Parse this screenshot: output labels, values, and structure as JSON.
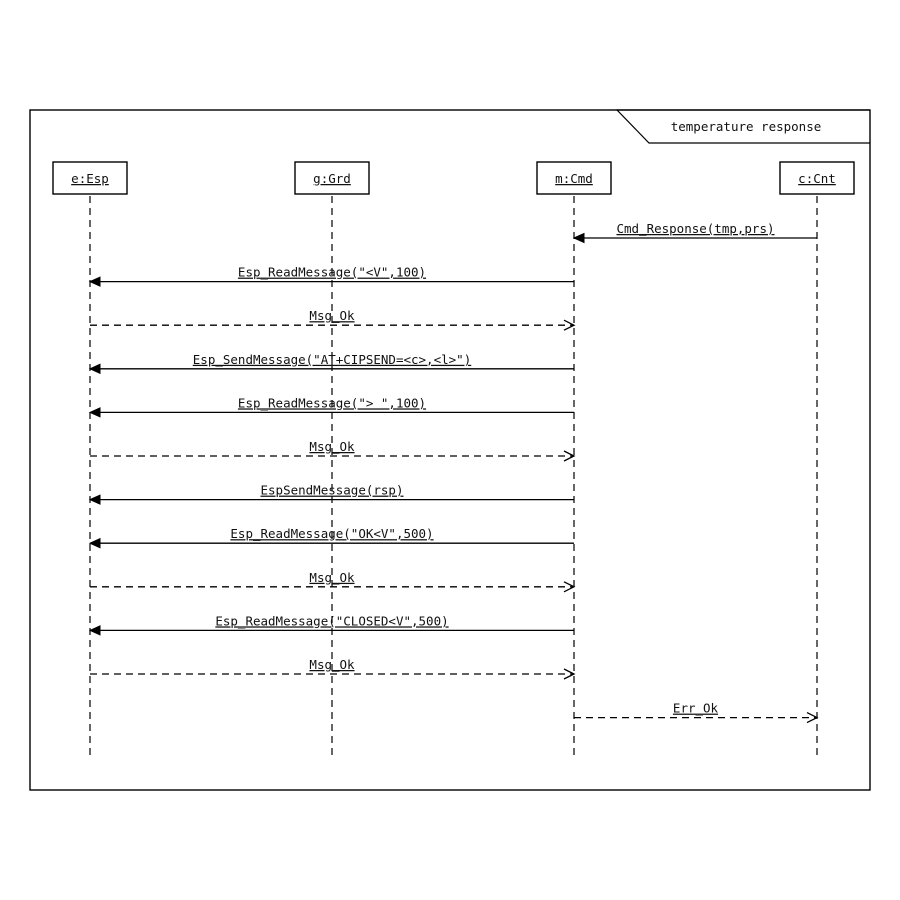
{
  "frame": {
    "title": "temperature response"
  },
  "lifelines": [
    {
      "id": "esp",
      "label": "e:Esp"
    },
    {
      "id": "grd",
      "label": "g:Grd"
    },
    {
      "id": "cmd",
      "label": "m:Cmd"
    },
    {
      "id": "cnt",
      "label": "c:Cnt"
    }
  ],
  "messages": [
    {
      "from": "cnt",
      "to": "cmd",
      "kind": "call",
      "label": "Cmd_Response(tmp,prs)"
    },
    {
      "from": "cmd",
      "to": "esp",
      "kind": "call",
      "label": "Esp_ReadMessage(\"<V\",100)"
    },
    {
      "from": "esp",
      "to": "cmd",
      "kind": "reply",
      "label": "Msg_Ok"
    },
    {
      "from": "cmd",
      "to": "esp",
      "kind": "call",
      "label": "Esp_SendMessage(\"AT+CIPSEND=<c>,<l>\")"
    },
    {
      "from": "cmd",
      "to": "esp",
      "kind": "call",
      "label": "Esp_ReadMessage(\"> \",100)"
    },
    {
      "from": "esp",
      "to": "cmd",
      "kind": "reply",
      "label": "Msg_Ok"
    },
    {
      "from": "cmd",
      "to": "esp",
      "kind": "call",
      "label": "EspSendMessage(rsp)"
    },
    {
      "from": "cmd",
      "to": "esp",
      "kind": "call",
      "label": "Esp_ReadMessage(\"OK<V\",500)"
    },
    {
      "from": "esp",
      "to": "cmd",
      "kind": "reply",
      "label": "Msg_Ok"
    },
    {
      "from": "cmd",
      "to": "esp",
      "kind": "call",
      "label": "Esp_ReadMessage(\"CLOSED<V\",500)"
    },
    {
      "from": "esp",
      "to": "cmd",
      "kind": "reply",
      "label": "Msg_Ok"
    },
    {
      "from": "cmd",
      "to": "cnt",
      "kind": "reply",
      "label": "Err_Ok"
    }
  ]
}
